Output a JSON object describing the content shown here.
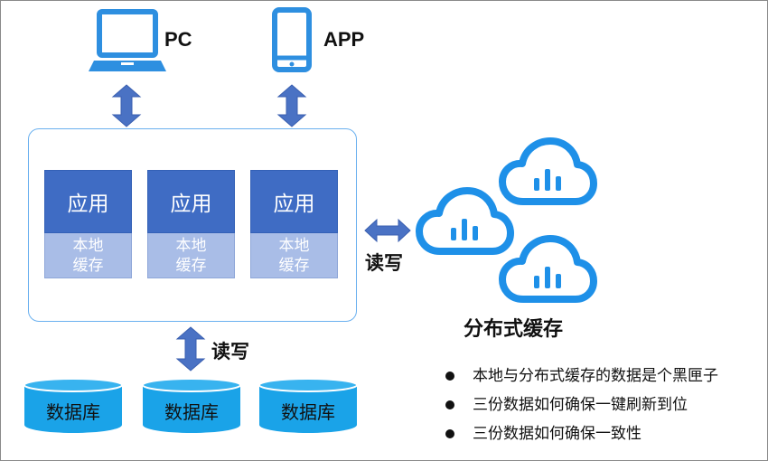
{
  "colors": {
    "device": "#2e8fe0",
    "arrow": "#4a72c4",
    "app_top": "#3f6cc4",
    "app_bottom": "#a9bde7",
    "container_border": "#6ab0ef",
    "cloud": "#1e90e8",
    "database": "#1aa3e8"
  },
  "devices": {
    "pc_label": "PC",
    "app_label": "APP"
  },
  "apps": [
    {
      "title": "应用",
      "cache_line1": "本地",
      "cache_line2": "缓存"
    },
    {
      "title": "应用",
      "cache_line1": "本地",
      "cache_line2": "缓存"
    },
    {
      "title": "应用",
      "cache_line1": "本地",
      "cache_line2": "缓存"
    }
  ],
  "labels": {
    "read_write_right": "读写",
    "read_write_bottom": "读写",
    "distributed_cache": "分布式缓存"
  },
  "databases": [
    "数据库",
    "数据库",
    "数据库"
  ],
  "bullets": [
    "本地与分布式缓存的数据是个黑匣子",
    "三份数据如何确保一键刷新到位",
    "三份数据如何确保一致性"
  ],
  "icons": {
    "pc": "laptop-icon",
    "app": "smartphone-icon",
    "cloud": "cloud-chart-icon"
  }
}
